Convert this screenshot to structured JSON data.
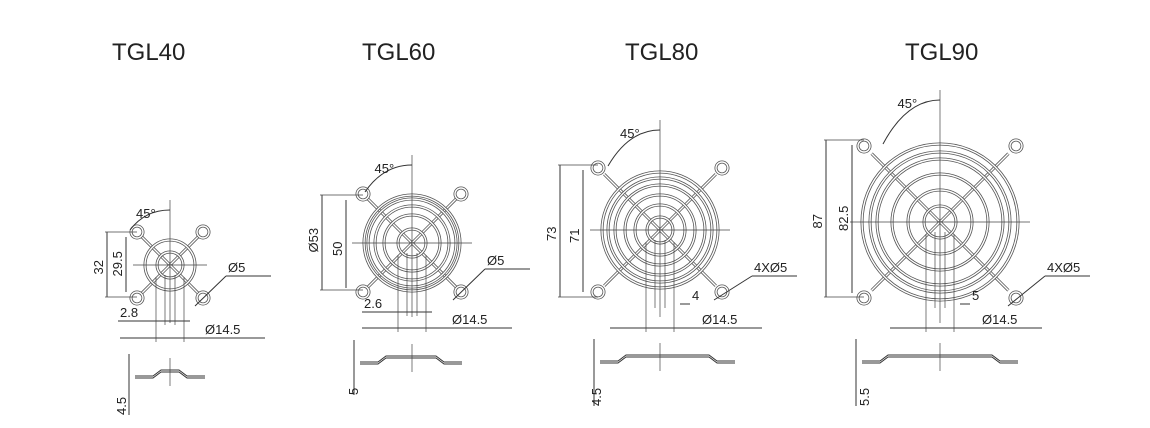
{
  "drawings": [
    {
      "model": "TGL40",
      "angle": "45°",
      "outer_dim": "32",
      "hole_spacing": "29.5",
      "hole_dia": "Ø5",
      "bar_gap": "2.8",
      "center_dia": "Ø14.5",
      "thickness": "4.5"
    },
    {
      "model": "TGL60",
      "angle": "45°",
      "outer_dim": "Ø53",
      "hole_spacing": "50",
      "hole_dia": "Ø5",
      "bar_gap": "2.6",
      "center_dia": "Ø14.5",
      "thickness": "5"
    },
    {
      "model": "TGL80",
      "angle": "45°",
      "outer_dim": "73",
      "hole_spacing": "71",
      "hole_dia": "4XØ5",
      "bar_gap": "4",
      "center_dia": "Ø14.5",
      "thickness": "4.5"
    },
    {
      "model": "TGL90",
      "angle": "45°",
      "outer_dim": "87",
      "hole_spacing": "82.5",
      "hole_dia": "4XØ5",
      "bar_gap": "5",
      "center_dia": "Ø14.5",
      "thickness": "5.5"
    }
  ]
}
